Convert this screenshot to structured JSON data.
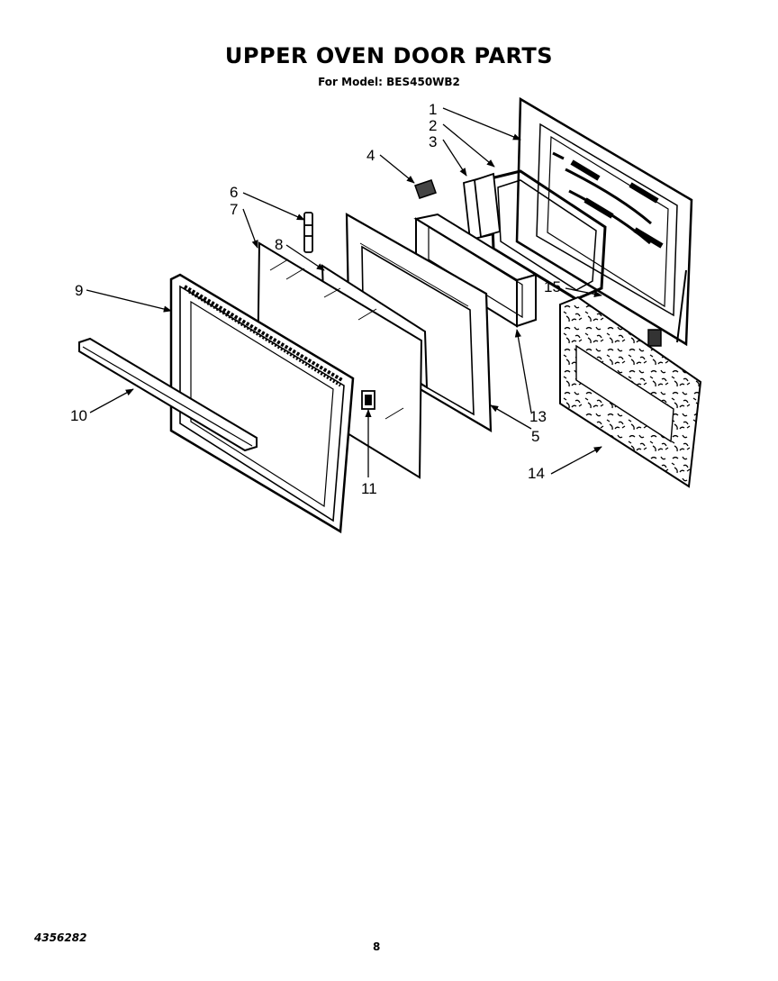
{
  "header": {
    "title": "UPPER OVEN DOOR PARTS",
    "model_line": "For Model: BES450WB2"
  },
  "callouts": {
    "c1": "1",
    "c2": "2",
    "c3": "3",
    "c4": "4",
    "c5": "5",
    "c6": "6",
    "c7": "7",
    "c8": "8",
    "c9": "9",
    "c10": "10",
    "c11": "11",
    "c13": "13",
    "c14": "14",
    "c15": "15"
  },
  "footer": {
    "doc_number": "4356282",
    "page_number": "8"
  }
}
